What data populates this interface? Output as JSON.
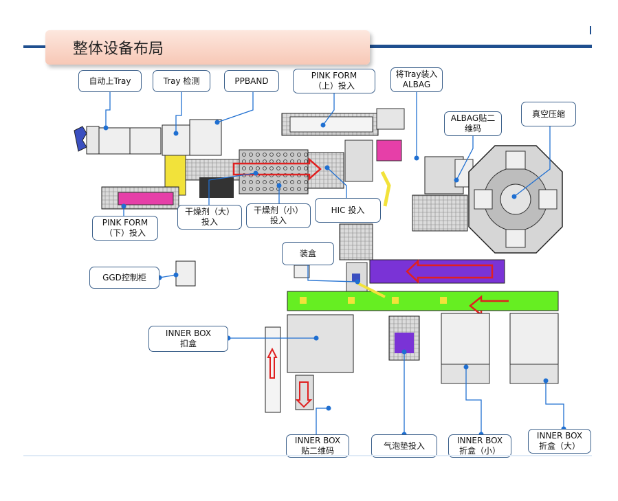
{
  "title": "整体设备布局",
  "labels": {
    "auto_tray": "自动上Tray",
    "tray_inspect": "Tray 检测",
    "ppband": "PPBAND",
    "pink_form_top": "PINK FORM\n（上）投入",
    "tray_albag": "将Tray装入\nALBAG",
    "albag_barcode": "ALBAG贴二\n维码",
    "vacuum": "真空压缩",
    "pink_form_bottom": "PINK FORM\n（下）投入",
    "desiccant_big": "干燥剂（大）\n投入",
    "desiccant_small": "干燥剂（小）\n投入",
    "hic": "HIC 投入",
    "ggd": "GGD控制柜",
    "boxing": "装盒",
    "inner_box_buckle": "INNER BOX\n扣盒",
    "inner_box_barcode": "INNER BOX\n贴二维码",
    "bubble_pad": "气泡垫投入",
    "inner_box_fold_small": "INNER BOX\n折盒（小）",
    "inner_box_fold_big": "INNER BOX\n折盒（大）"
  },
  "colors": {
    "leader": "#1f6fd1",
    "title_bar": "#1f4f8f",
    "conveyor_green": "#66ee22",
    "purple_line": "#7a33d6",
    "arrow_red": "#e02020",
    "pink": "#e63fa8",
    "yellow": "#f2e23a"
  }
}
